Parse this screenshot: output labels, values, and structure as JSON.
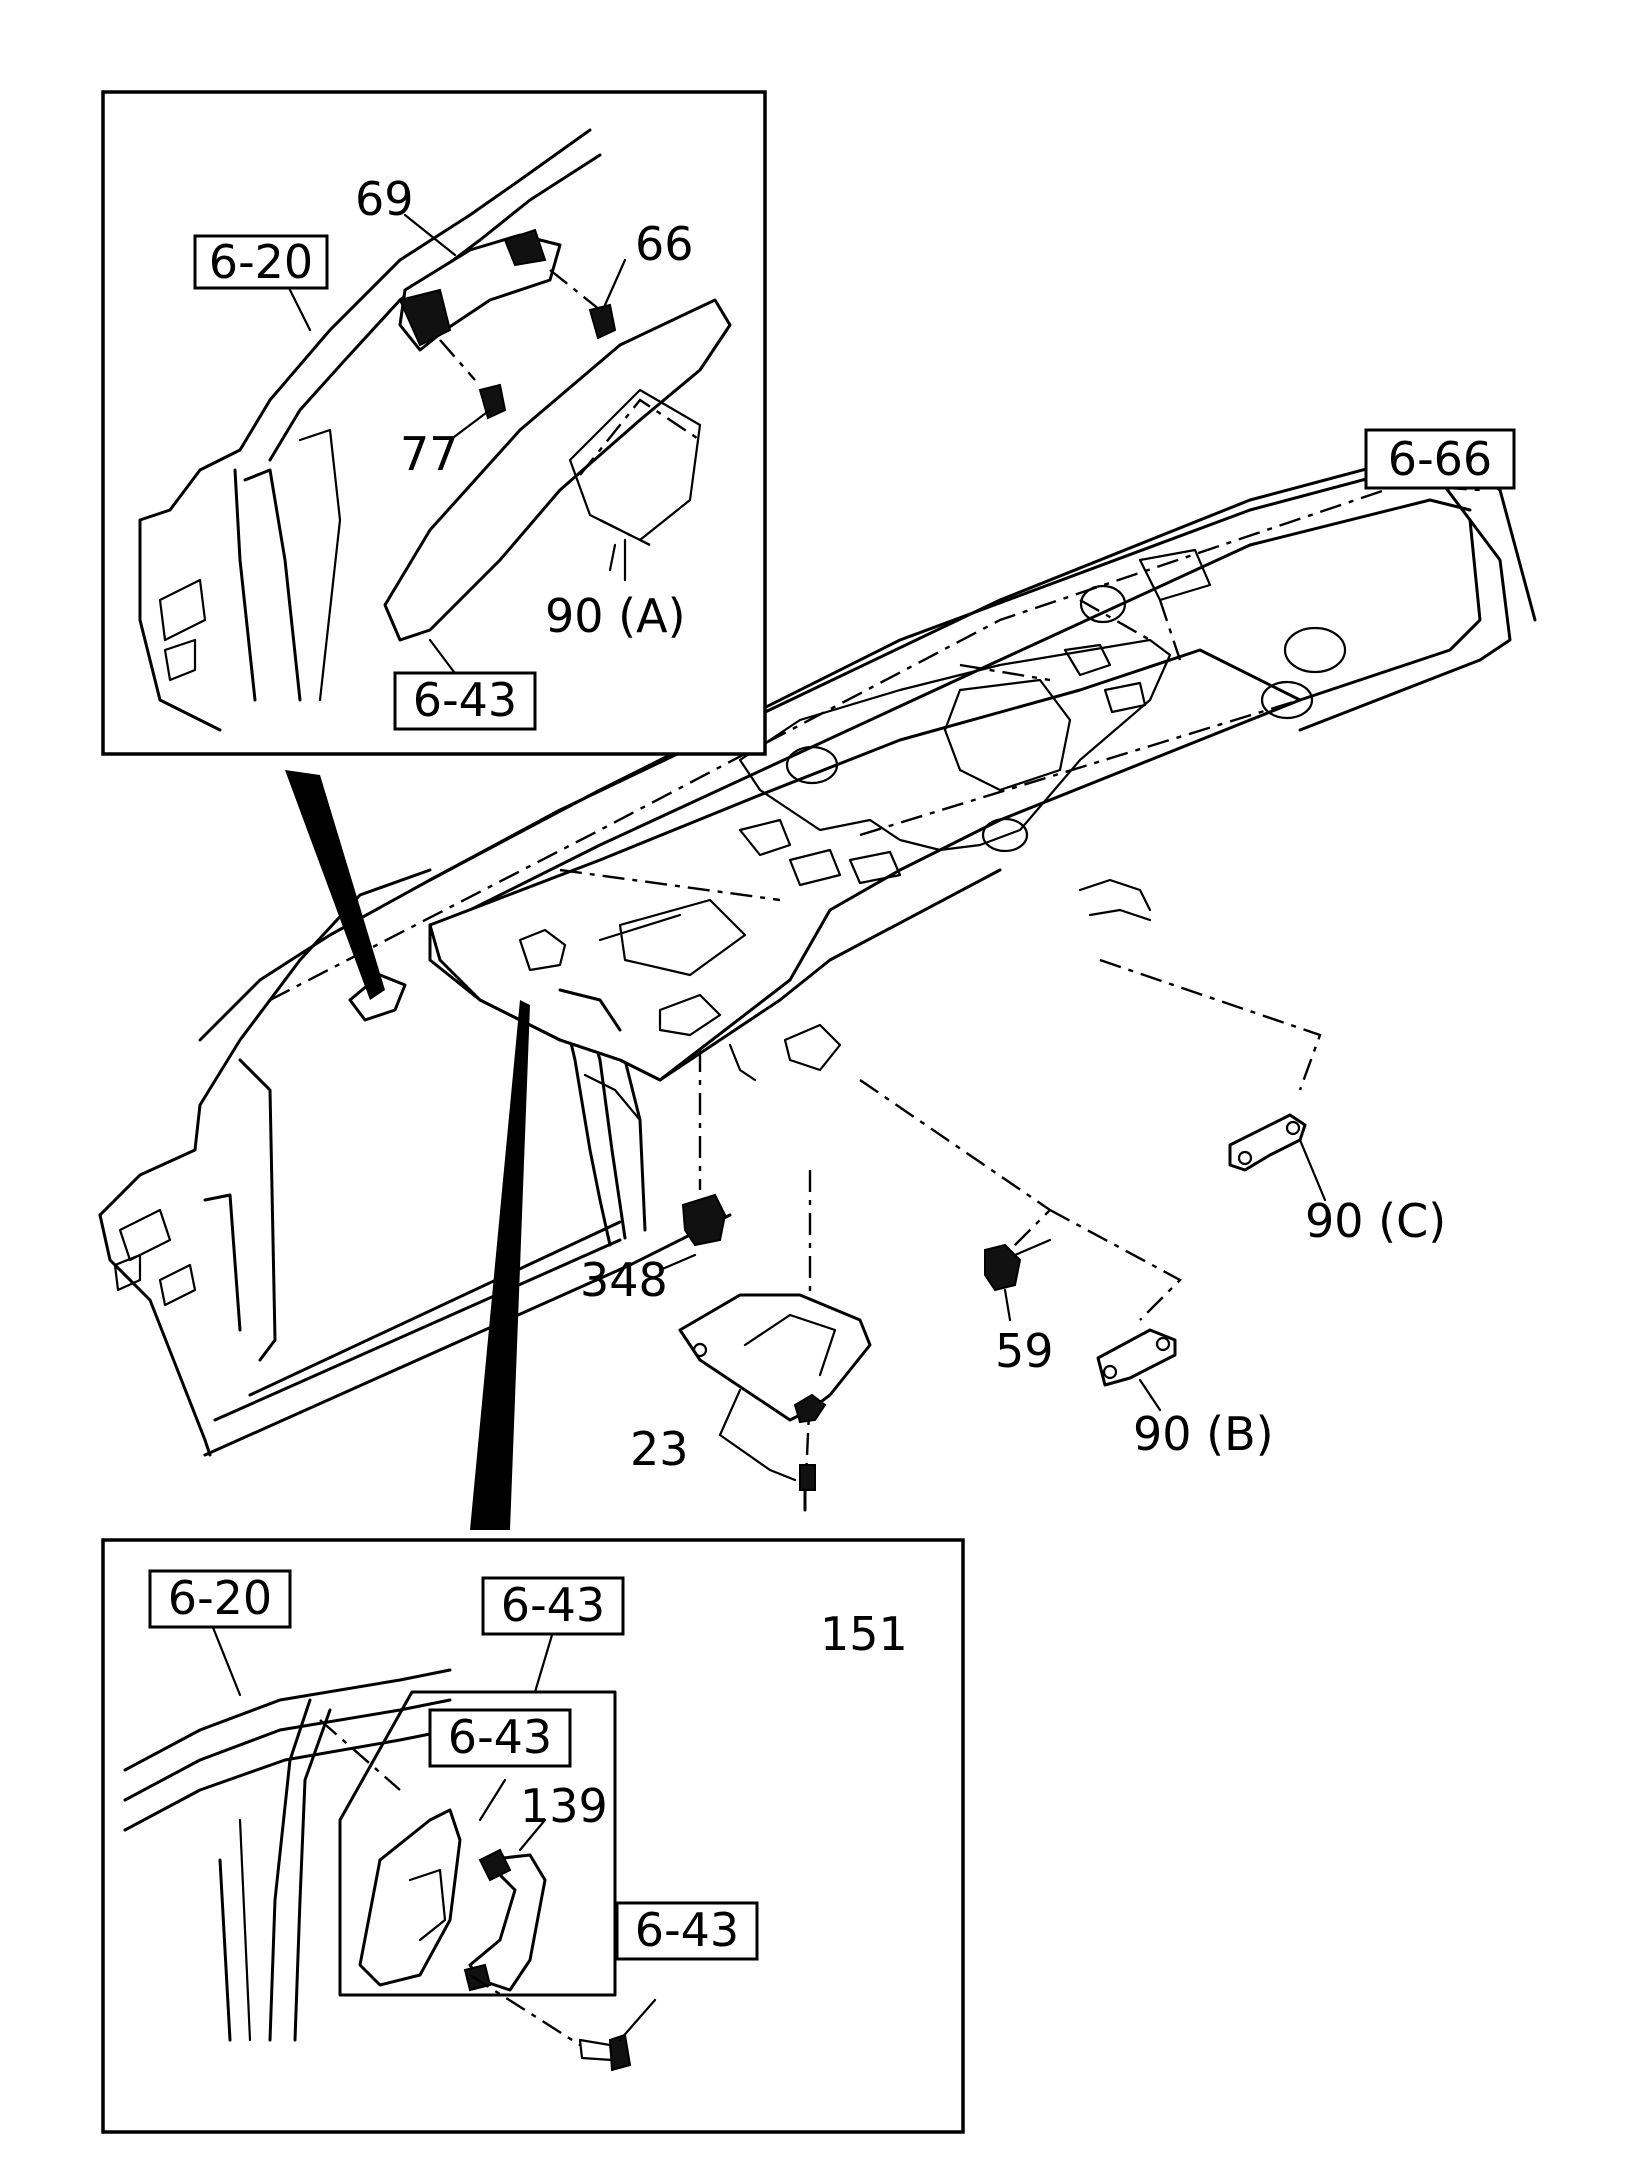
{
  "references": {
    "top_6_20": "6-20",
    "top_6_43": "6-43",
    "main_6_66": "6-66",
    "bottom_6_20": "6-20",
    "bottom_6_43_a": "6-43",
    "bottom_6_43_b": "6-43",
    "bottom_6_43_c": "6-43"
  },
  "parts": {
    "p69": "69",
    "p66": "66",
    "p77": "77",
    "p90a": "90 (A)",
    "p90c": "90 (C)",
    "p348": "348",
    "p59": "59",
    "p90b": "90 (B)",
    "p23": "23",
    "p151": "151",
    "p139": "139"
  }
}
